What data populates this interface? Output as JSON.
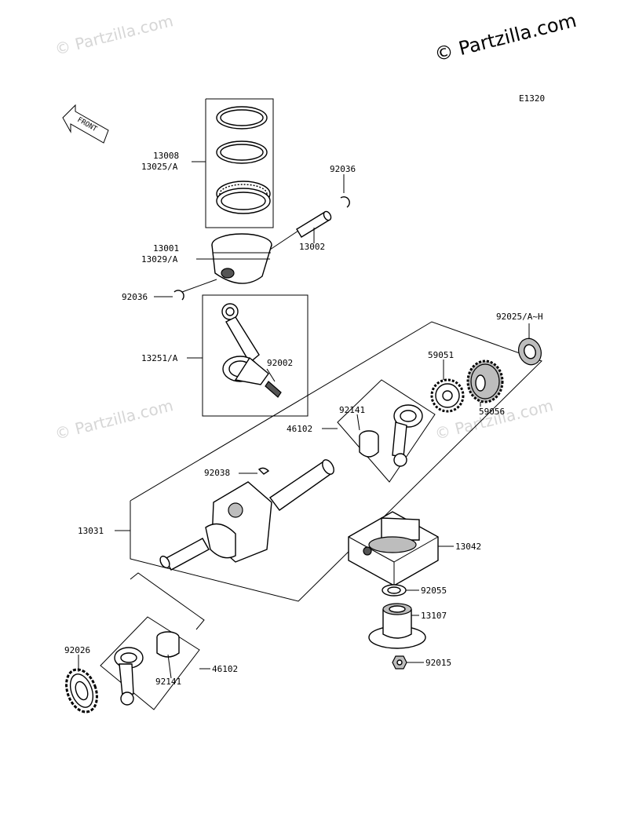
{
  "watermarks": {
    "main": "© Partzilla.com",
    "faint": "© Partzilla.com"
  },
  "diagram_code": "E1320",
  "front_arrow_text": "FRONT",
  "part_labels": {
    "p13008": "13008",
    "p13025": "13025/A",
    "p92036_top": "92036",
    "p13001": "13001",
    "p13029": "13029/A",
    "p13002": "13002",
    "p92036_left": "92036",
    "p13251": "13251/A",
    "p92002": "92002",
    "p92025": "92025/A~H",
    "p59051": "59051",
    "p59056": "59056",
    "p92141_top": "92141",
    "p46102_top": "46102",
    "p92038": "92038",
    "p13031": "13031",
    "p13042": "13042",
    "p92055": "92055",
    "p13107": "13107",
    "p92015": "92015",
    "p92026": "92026",
    "p92141_bottom": "92141",
    "p46102_bottom": "46102"
  },
  "colors": {
    "line": "#000000",
    "watermark_faint": "#d6d6d6",
    "part_fill_gray": "#bdbdbd"
  }
}
